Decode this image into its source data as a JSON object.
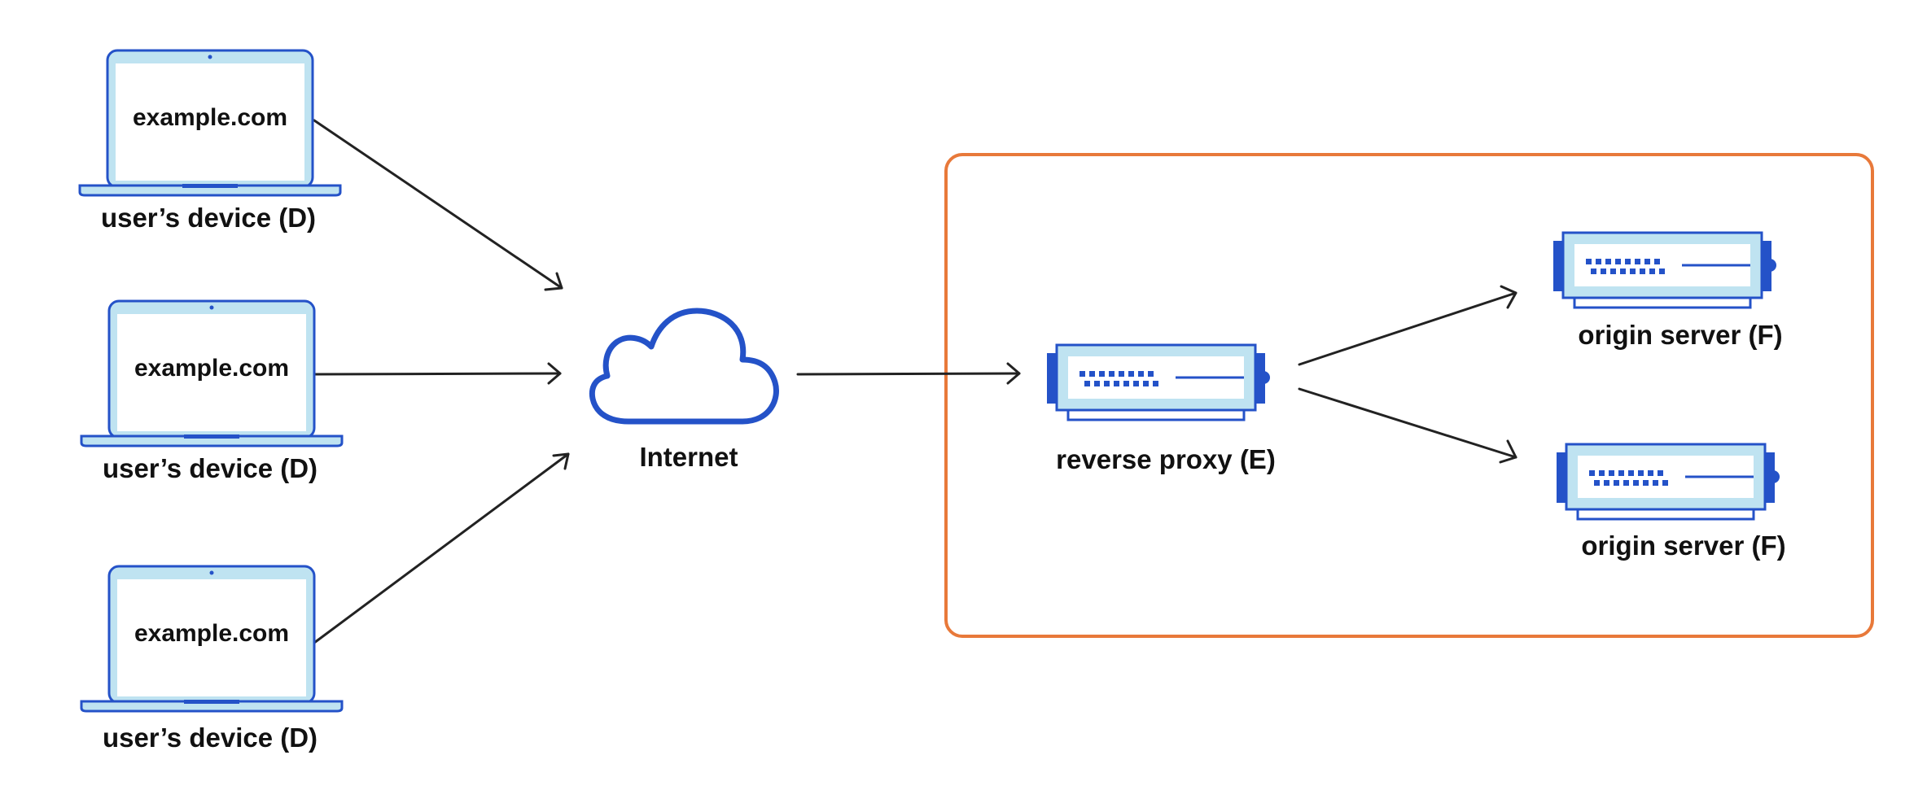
{
  "colors": {
    "device_blue": "#2452c8",
    "device_light": "#bfe3f1",
    "boundary_orange": "#e8793a",
    "arrow": "#222222",
    "text": "#111111"
  },
  "devices": [
    {
      "screen_text": "example.com",
      "label": "user’s device (D)"
    },
    {
      "screen_text": "example.com",
      "label": "user’s device (D)"
    },
    {
      "screen_text": "example.com",
      "label": "user’s device (D)"
    }
  ],
  "internet": {
    "label": "Internet",
    "icon": "cloud-icon"
  },
  "reverse_proxy": {
    "label": "reverse proxy (E)",
    "icon": "server-icon"
  },
  "origin_servers": [
    {
      "label": "origin server (F)",
      "icon": "server-icon"
    },
    {
      "label": "origin server (F)",
      "icon": "server-icon"
    }
  ]
}
